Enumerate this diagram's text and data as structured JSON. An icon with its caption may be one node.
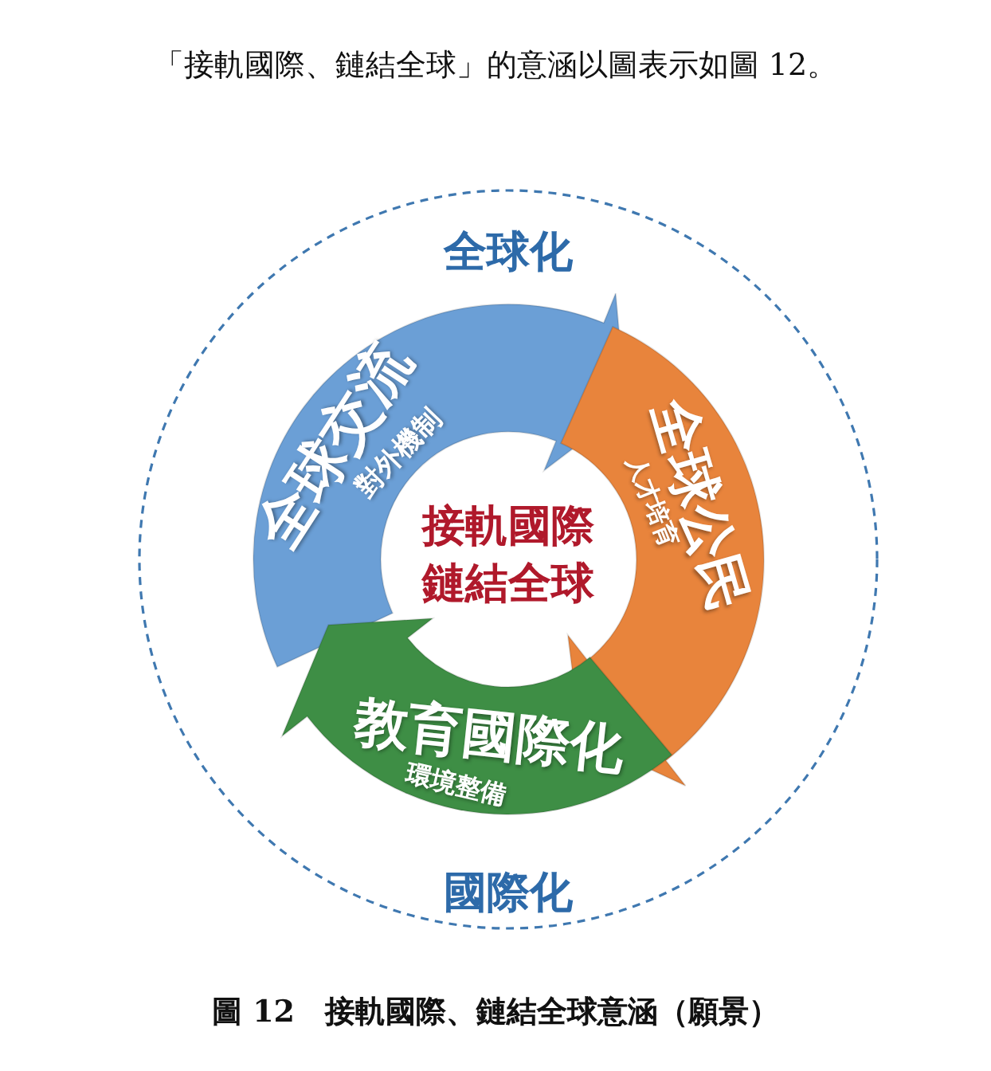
{
  "diagram": {
    "caption": "圖 12　接軌國際、鏈結全球意涵（願景）",
    "nodes": [
      {
        "text": [
          "全球化",
          "國際化"
        ]
      },
      {
        "text": [
          "全球交流",
          "對外機制"
        ],
        "in": 0
      },
      {
        "text": [
          "全球公民",
          "人才培育"
        ],
        "in": 0
      },
      {
        "text": [
          "教育國際化",
          "環境整備"
        ],
        "in": 0
      },
      {
        "text": [
          "接軌國際鏈結全球"
        ],
        "in": 0
      }
    ],
    "labels": [
      "「接軌國際、鏈結全球」的意涵以圖表示如圖 12。"
    ]
  }
}
